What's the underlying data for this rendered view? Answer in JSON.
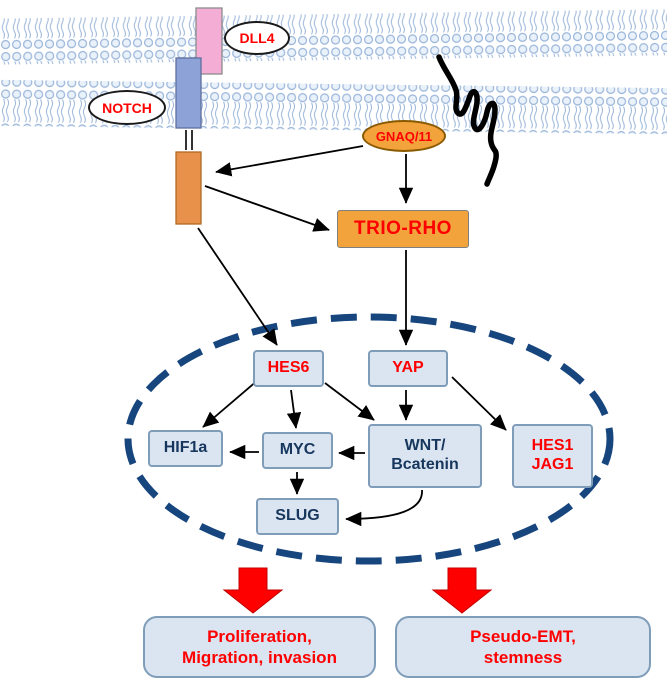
{
  "labels": {
    "dll4": "DLL4",
    "notch": "NOTCH",
    "gnaq": "GNAQ/11",
    "trio_rho": "TRIO-RHO"
  },
  "nucleus": {
    "hes6": "HES6",
    "yap": "YAP",
    "hif1a": "HIF1a",
    "myc": "MYC",
    "wnt": {
      "line1": "WNT/",
      "line2": "Bcatenin"
    },
    "hes1_jag1": {
      "line1": "HES1",
      "line2": "JAG1"
    },
    "slug": "SLUG"
  },
  "outcomes": {
    "left": {
      "line1": "Proliferation,",
      "line2": "Migration, invasion"
    },
    "right": {
      "line1": "Pseudo-EMT,",
      "line2": "stemness"
    }
  },
  "colors": {
    "membrane_stroke": "#9ab5d9",
    "membrane_fill": "#e9f1fa",
    "dll4_fill": "#f4aed6",
    "notch_fill": "#8da3d8",
    "nicd_fill": "#e8914a",
    "gnaq_fill": "#f2a33c",
    "trio_fill": "#f2a33c",
    "node_fill": "#dbe5f1",
    "node_border": "#7f9db9",
    "red_text": "#ff0000",
    "blue_text": "#17365d",
    "nucleus_border": "#17457e",
    "block_arrow": "#ff0000"
  }
}
